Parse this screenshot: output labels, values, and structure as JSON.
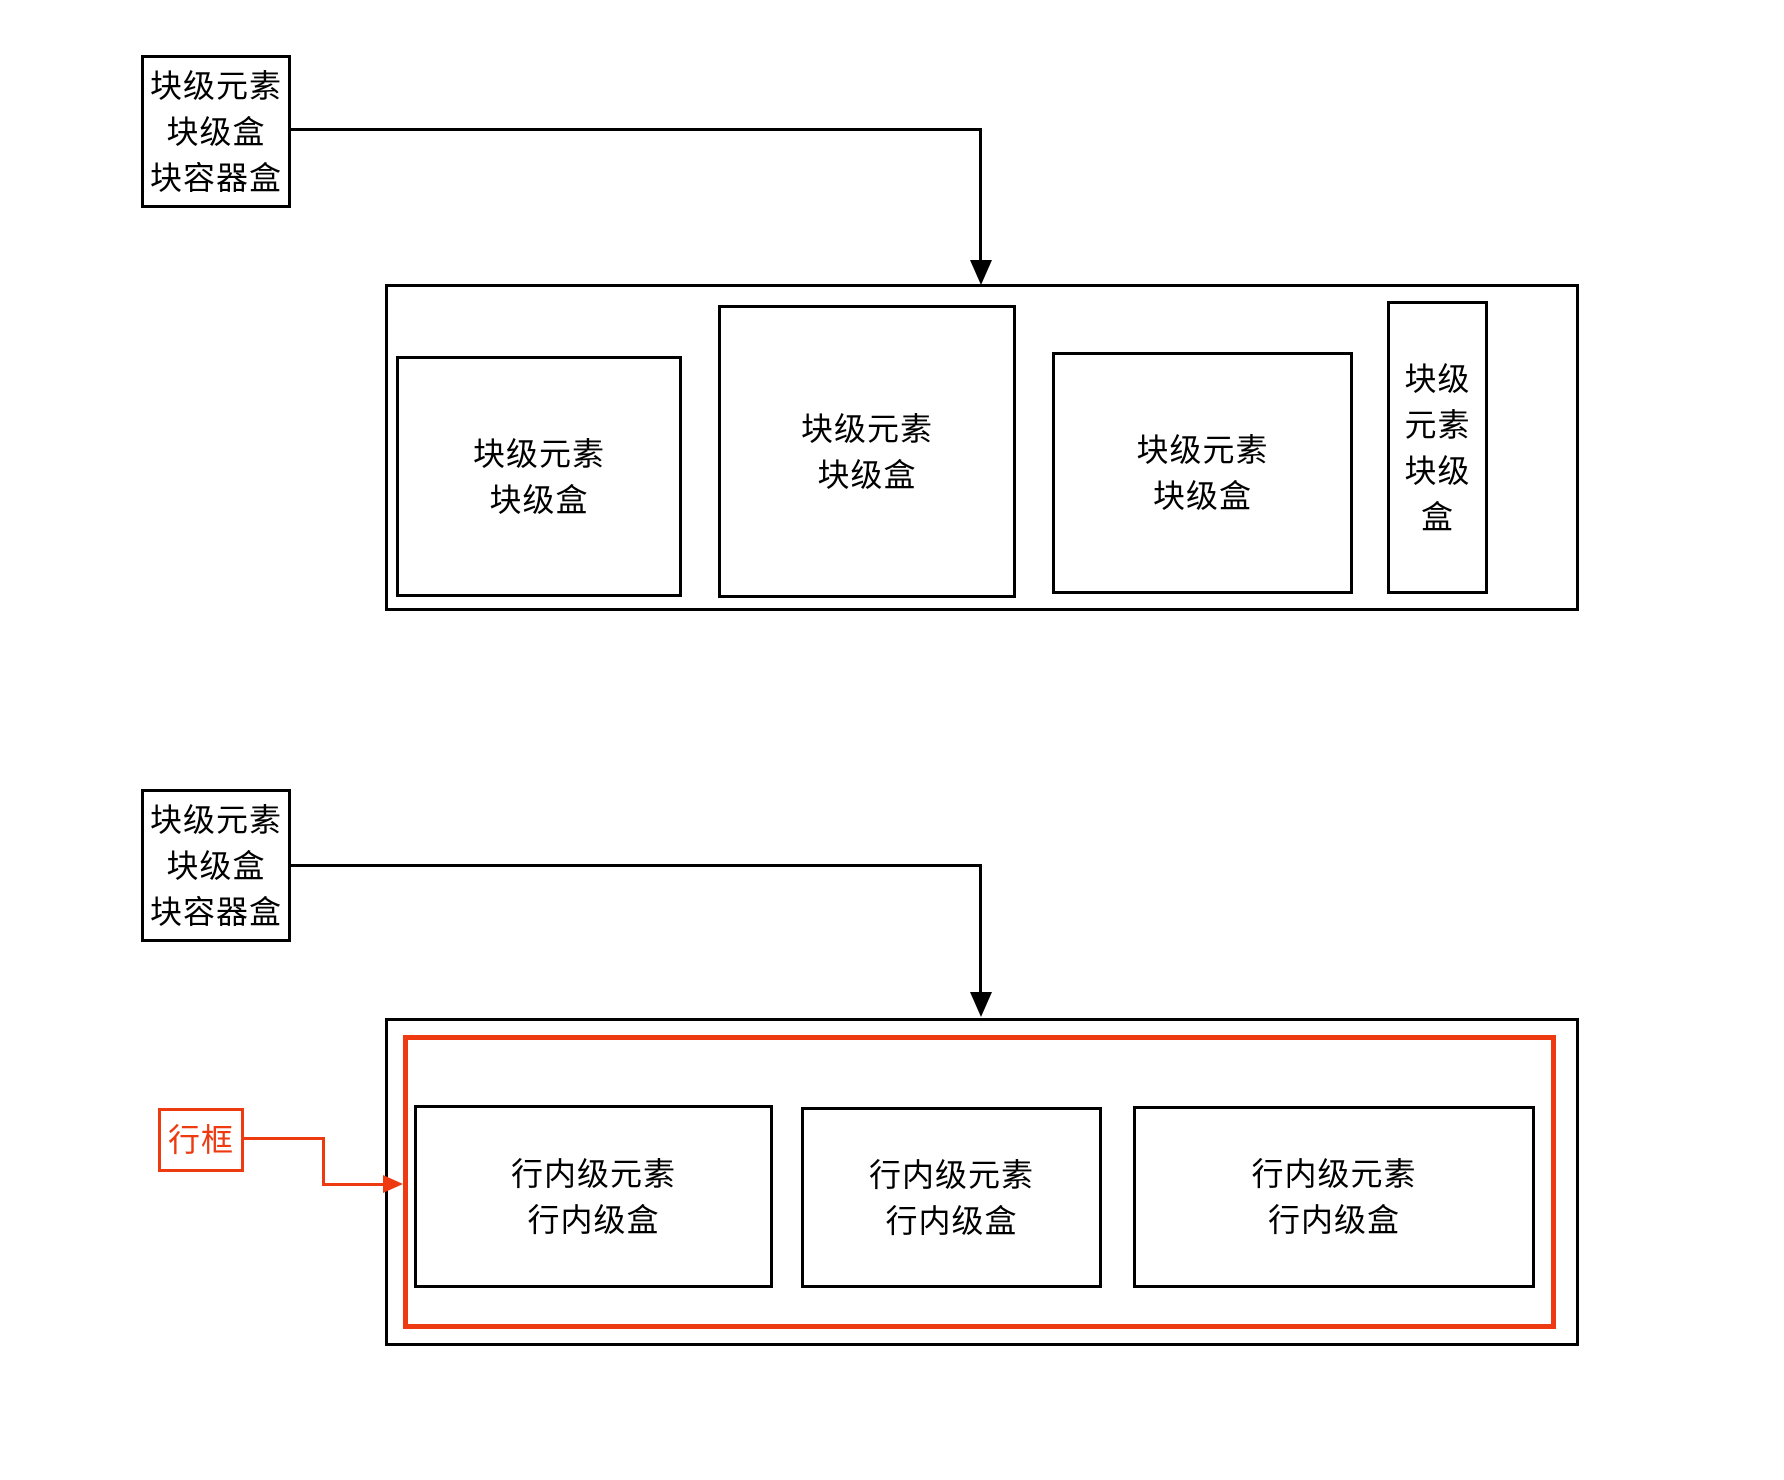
{
  "colors": {
    "line_black": "#000000",
    "red_accent": "#ee3a10",
    "background": "#ffffff"
  },
  "top_section": {
    "label_box": {
      "lines": [
        "块级元素",
        "块级盒",
        "块容器盒"
      ]
    },
    "container_boxes": [
      {
        "lines": [
          "块级元素",
          "块级盒"
        ]
      },
      {
        "lines": [
          "块级元素",
          "块级盒"
        ]
      },
      {
        "lines": [
          "块级元素",
          "块级盒"
        ]
      },
      {
        "lines": [
          "块级",
          "元素",
          "块级",
          "盒"
        ]
      }
    ]
  },
  "bottom_section": {
    "label_box": {
      "lines": [
        "块级元素",
        "块级盒",
        "块容器盒"
      ]
    },
    "line_box_label": "行框",
    "inline_boxes": [
      {
        "lines": [
          "行内级元素",
          "行内级盒"
        ]
      },
      {
        "lines": [
          "行内级元素",
          "行内级盒"
        ]
      },
      {
        "lines": [
          "行内级元素",
          "行内级盒"
        ]
      }
    ]
  }
}
